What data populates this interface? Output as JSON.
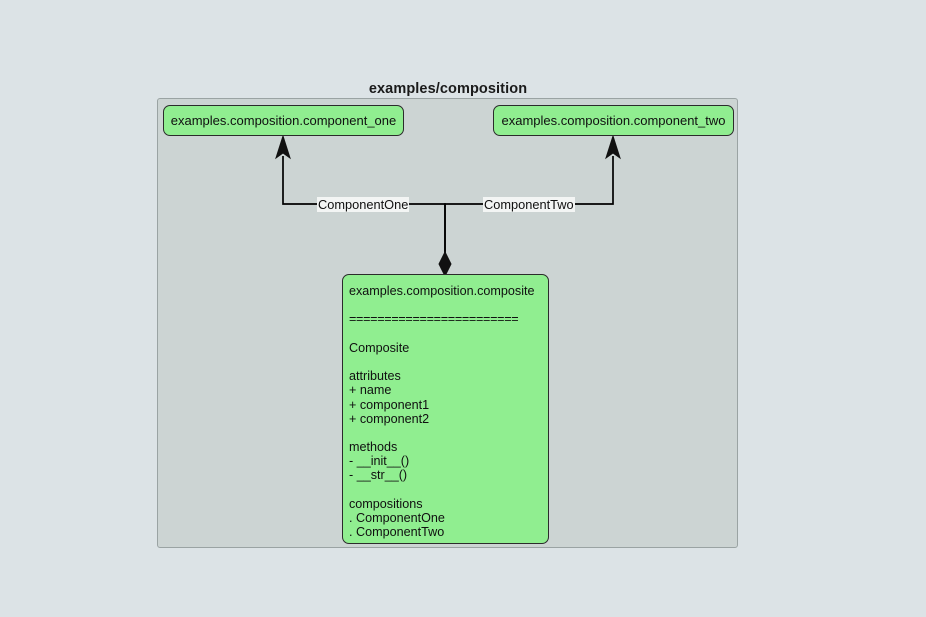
{
  "diagram": {
    "title": "examples/composition",
    "colors": {
      "page_background": "#dce3e6",
      "cluster_fill": "#ccd4d3",
      "cluster_border": "#9aa3a3",
      "node_fill": "#90ee90",
      "node_border": "#2b2b2b",
      "edge_color": "#000000",
      "label_background": "#f3f5f4",
      "text_color": "#101010"
    },
    "nodes": {
      "component_one": {
        "label": "examples.composition.component_one"
      },
      "component_two": {
        "label": "examples.composition.component_two"
      },
      "composite": {
        "header": "examples.composition.composite",
        "separator": "========================",
        "class_name": "Composite",
        "attributes_heading": "attributes",
        "attributes": [
          "+ name",
          "+ component1",
          "+ component2"
        ],
        "methods_heading": "methods",
        "methods": [
          "- __init__()",
          "- __str__()"
        ],
        "compositions_heading": "compositions",
        "compositions": [
          ". ComponentOne",
          ". ComponentTwo"
        ]
      }
    },
    "edges": [
      {
        "label": "ComponentOne",
        "from": "composite",
        "to": "component_one",
        "head": "filled-arrow",
        "tail": "filled-diamond"
      },
      {
        "label": "ComponentTwo",
        "from": "composite",
        "to": "component_two",
        "head": "filled-arrow",
        "tail": "filled-diamond"
      }
    ]
  }
}
